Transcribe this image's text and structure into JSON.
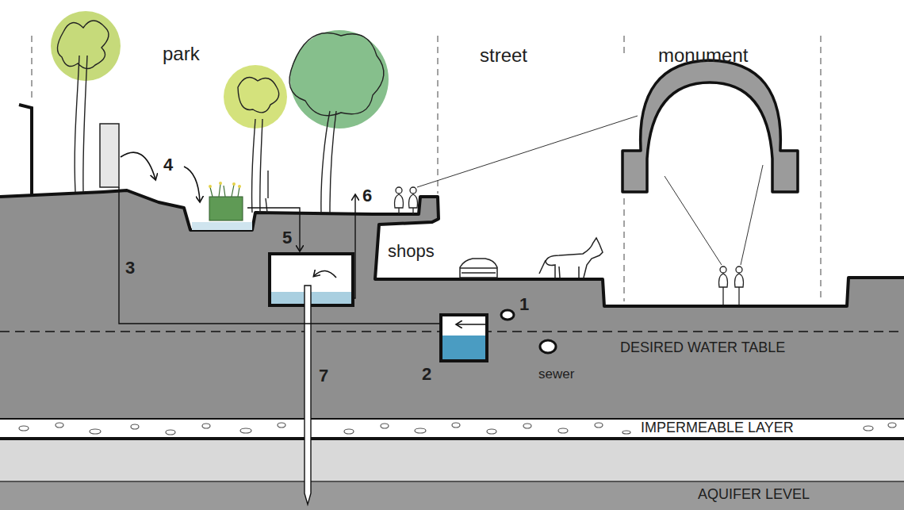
{
  "diagram": {
    "labels": [
      "park",
      "street",
      "monument",
      "4",
      "6",
      "3",
      "5",
      "shops",
      "1",
      "DESIRED WATER TABLE",
      "2",
      "7",
      "sewer",
      "IMPERMEABLE LAYER",
      "AQUIFER LEVEL"
    ]
  }
}
